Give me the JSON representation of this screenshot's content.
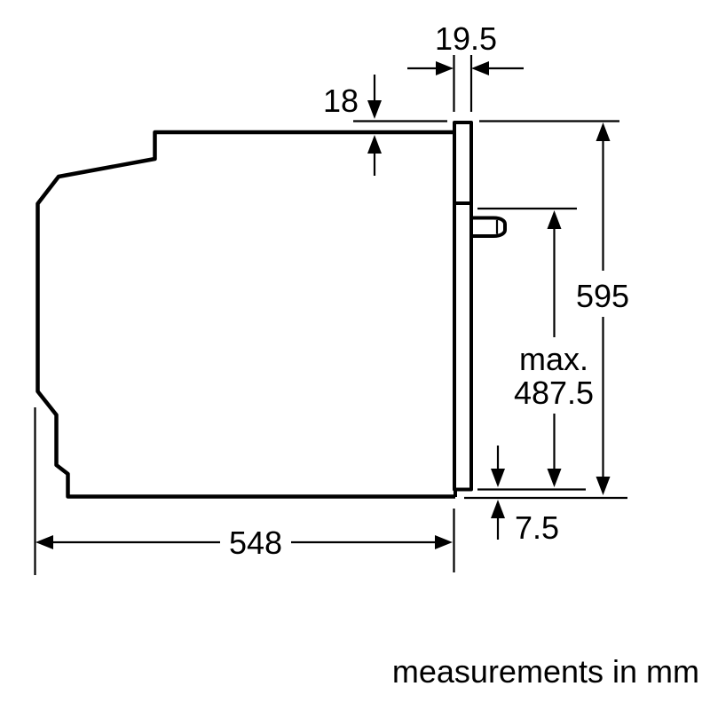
{
  "diagram": {
    "subject": "Built-in oven side elevation with installation dimensions",
    "unit": "mm",
    "note": "measurements in mm"
  },
  "colors": {
    "background": "#ffffff",
    "line": "#000000"
  },
  "dims": {
    "frame_depth": "19.5",
    "top_overhang": "18",
    "total_height": "595",
    "door_max_prefix": "max.",
    "door_max_value": "487.5",
    "bottom_overhang": "7.5",
    "body_depth": "548"
  }
}
